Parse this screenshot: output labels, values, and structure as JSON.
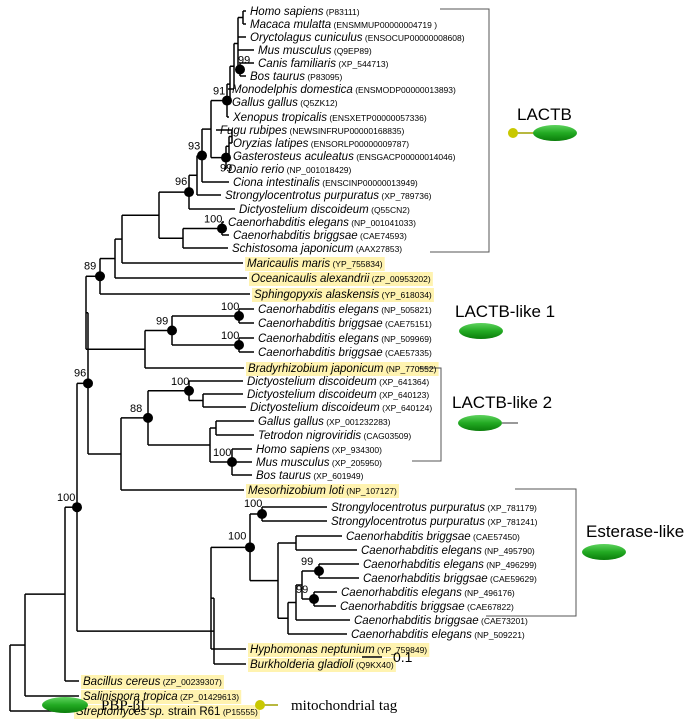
{
  "taxa": [
    {
      "sp": "Homo sapiens",
      "acc": "(P83111)",
      "hl": false
    },
    {
      "sp": "Macaca mulatta",
      "acc": "(ENSMMUP00000004719 )",
      "hl": false
    },
    {
      "sp": "Oryctolagus cuniculus",
      "acc": "(ENSOCUP00000008608)",
      "hl": false
    },
    {
      "sp": "Mus musculus",
      "acc": "(Q9EP89)",
      "hl": false
    },
    {
      "sp": "Canis familiaris",
      "acc": "(XP_544713)",
      "hl": false
    },
    {
      "sp": "Bos taurus",
      "acc": "(P83095)",
      "hl": false
    },
    {
      "sp": "Monodelphis domestica",
      "acc": "(ENSMODP00000013893)",
      "hl": false
    },
    {
      "sp": "Gallus gallus",
      "acc": "(Q5ZK12)",
      "hl": false
    },
    {
      "sp": "Xenopus tropicalis",
      "acc": "(ENSXETP00000057336)",
      "hl": false
    },
    {
      "sp": "Fugu rubipes",
      "acc": "(NEWSINFRUP00000168835)",
      "hl": false
    },
    {
      "sp": "Oryzias latipes",
      "acc": "(ENSORLP00000009787)",
      "hl": false
    },
    {
      "sp": "Gasterosteus aculeatus",
      "acc": "(ENSGACP00000014046)",
      "hl": false
    },
    {
      "sp": "Danio rerio",
      "acc": "(NP_001018429)",
      "hl": false
    },
    {
      "sp": "Ciona intestinalis",
      "acc": "(ENSCINP00000013949)",
      "hl": false
    },
    {
      "sp": "Strongylocentrotus purpuratus",
      "acc": "(XP_789736)",
      "hl": false
    },
    {
      "sp": "Dictyostelium discoideum",
      "acc": "(Q55CN2)",
      "hl": false
    },
    {
      "sp": "Caenorhabditis elegans",
      "acc": "(NP_001041033)",
      "hl": false
    },
    {
      "sp": "Caenorhabditis briggsae",
      "acc": "(CAE74593)",
      "hl": false
    },
    {
      "sp": "Schistosoma japonicum",
      "acc": "(AAX27853)",
      "hl": false
    },
    {
      "sp": "Maricaulis maris",
      "acc": "(YP_755834)",
      "hl": true
    },
    {
      "sp": "Oceanicaulis alexandrii",
      "acc": "(ZP_00953202)",
      "hl": true
    },
    {
      "sp": "Sphingopyxis alaskensis",
      "acc": "(YP_618034)",
      "hl": true
    },
    {
      "sp": "Caenorhabditis elegans",
      "acc": "(NP_505821)",
      "hl": false
    },
    {
      "sp": "Caenorhabditis briggsae",
      "acc": "(CAE75151)",
      "hl": false
    },
    {
      "sp": "Caenorhabditis elegans",
      "acc": "(NP_509969)",
      "hl": false
    },
    {
      "sp": "Caenorhabditis briggsae",
      "acc": "(CAE57335)",
      "hl": false
    },
    {
      "sp": "Bradyrhizobium japonicum",
      "acc": "(NP_770552)",
      "hl": true
    },
    {
      "sp": "Dictyostelium discoideum",
      "acc": "(XP_641364)",
      "hl": false
    },
    {
      "sp": "Dictyostelium discoideum",
      "acc": "(XP_640123)",
      "hl": false
    },
    {
      "sp": "Dictyostelium discoideum",
      "acc": "(XP_640124)",
      "hl": false
    },
    {
      "sp": "Gallus gallus",
      "acc": "(XP_001232283)",
      "hl": false
    },
    {
      "sp": "Tetrodon nigroviridis",
      "acc": "(CAG03509)",
      "hl": false
    },
    {
      "sp": "Homo sapiens",
      "acc": "(XP_934300)",
      "hl": false
    },
    {
      "sp": "Mus musculus",
      "acc": "(XP_205950)",
      "hl": false
    },
    {
      "sp": "Bos taurus",
      "acc": "(XP_601949)",
      "hl": false
    },
    {
      "sp": "Mesorhizobium loti",
      "acc": "(NP_107127)",
      "hl": true
    },
    {
      "sp": "Strongylocentrotus purpuratus",
      "acc": "(XP_781179)",
      "hl": false
    },
    {
      "sp": "Strongylocentrotus purpuratus",
      "acc": "(XP_781241)",
      "hl": false
    },
    {
      "sp": "Caenorhabditis briggsae",
      "acc": "(CAE57450)",
      "hl": false
    },
    {
      "sp": "Caenorhabditis elegans",
      "acc": "(NP_495790)",
      "hl": false
    },
    {
      "sp": "Caenorhabditis elegans",
      "acc": "(NP_496299)",
      "hl": false
    },
    {
      "sp": "Caenorhabditis briggsae",
      "acc": "(CAE59629)",
      "hl": false
    },
    {
      "sp": "Caenorhabditis elegans",
      "acc": "(NP_496176)",
      "hl": false
    },
    {
      "sp": "Caenorhabditis briggsae",
      "acc": "(CAE67822)",
      "hl": false
    },
    {
      "sp": "Caenorhabditis briggsae",
      "acc": "(CAE73201)",
      "hl": false
    },
    {
      "sp": "Caenorhabditis elegans",
      "acc": "(NP_509221)",
      "hl": false
    },
    {
      "sp": "Hyphomonas neptunium",
      "acc": "(YP_759849)",
      "hl": true
    },
    {
      "sp": "Burkholderia gladioli",
      "acc": "(Q9KX40)",
      "hl": true
    },
    {
      "sp": "Bacillus cereus",
      "acc": "(ZP_00239307)",
      "hl": true
    },
    {
      "sp": "Salinispora tropica",
      "acc": "(ZP_01429613)",
      "hl": true
    },
    {
      "sp": "Streptomyces sp.",
      "extra": " strain R61",
      "acc": "(P15555)",
      "hl": true
    }
  ],
  "bootstrap": [
    "99",
    "91",
    "99",
    "93",
    "96",
    "100",
    "89",
    "99",
    "100",
    "100",
    "100",
    "88",
    "100",
    "96",
    "100",
    "100",
    "100",
    "99",
    "99"
  ],
  "groups": [
    "LACTB",
    "LACTB-like 1",
    "LACTB-like 2",
    "Esterase-like"
  ],
  "scale_label": "0.1",
  "legend": {
    "pbp_label": "PBP-βL",
    "mito_label": "mitochondrial tag"
  },
  "colors": {
    "highlight": "#fff3b0",
    "domain_green": "#22aa22",
    "mito_tag": "#c8c800",
    "branch": "#000000",
    "bracket": "#555555"
  }
}
